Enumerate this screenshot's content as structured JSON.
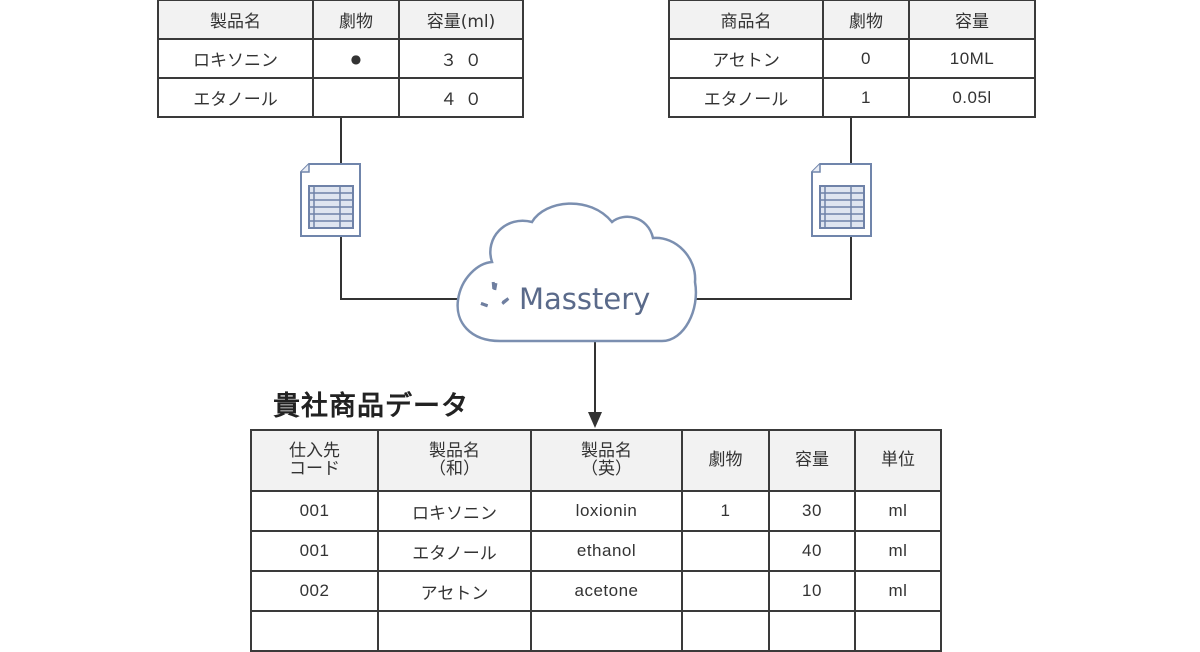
{
  "source_table_1": {
    "headers": [
      "製品名",
      "劇物",
      "容量(ml)"
    ],
    "rows": [
      [
        "ロキソニン",
        "●",
        "３０"
      ],
      [
        "エタノール",
        "",
        "４０"
      ]
    ]
  },
  "source_table_2": {
    "headers": [
      "商品名",
      "劇物",
      "容量"
    ],
    "rows": [
      [
        "アセトン",
        "0",
        "10ML"
      ],
      [
        "エタノール",
        "1",
        "0.05l"
      ]
    ]
  },
  "icons": {
    "left_file": "spreadsheet-file-icon",
    "right_file": "spreadsheet-file-icon",
    "cloud": "cloud-icon",
    "logo": "masstery-star-logo"
  },
  "hub": {
    "brand_name": "Masstery"
  },
  "colors": {
    "cloud_stroke": "#7b8fb0",
    "file_icon": "#6f82a8",
    "line": "#333333",
    "header_bg": "#f2f2f2",
    "logo_text": "#5a6a8a"
  },
  "destination": {
    "title": "貴社商品データ",
    "headers": [
      [
        "仕入先",
        "コード"
      ],
      [
        "製品名",
        "（和）"
      ],
      [
        "製品名",
        "（英）"
      ],
      [
        "劇物"
      ],
      [
        "容量"
      ],
      [
        "単位"
      ]
    ],
    "rows": [
      [
        "001",
        "ロキソニン",
        "loxionin",
        "1",
        "30",
        "ml"
      ],
      [
        "001",
        "エタノール",
        "ethanol",
        "",
        "40",
        "ml"
      ],
      [
        "002",
        "アセトン",
        "acetone",
        "",
        "10",
        "ml"
      ],
      [
        "",
        "",
        "",
        "",
        "",
        ""
      ]
    ]
  }
}
